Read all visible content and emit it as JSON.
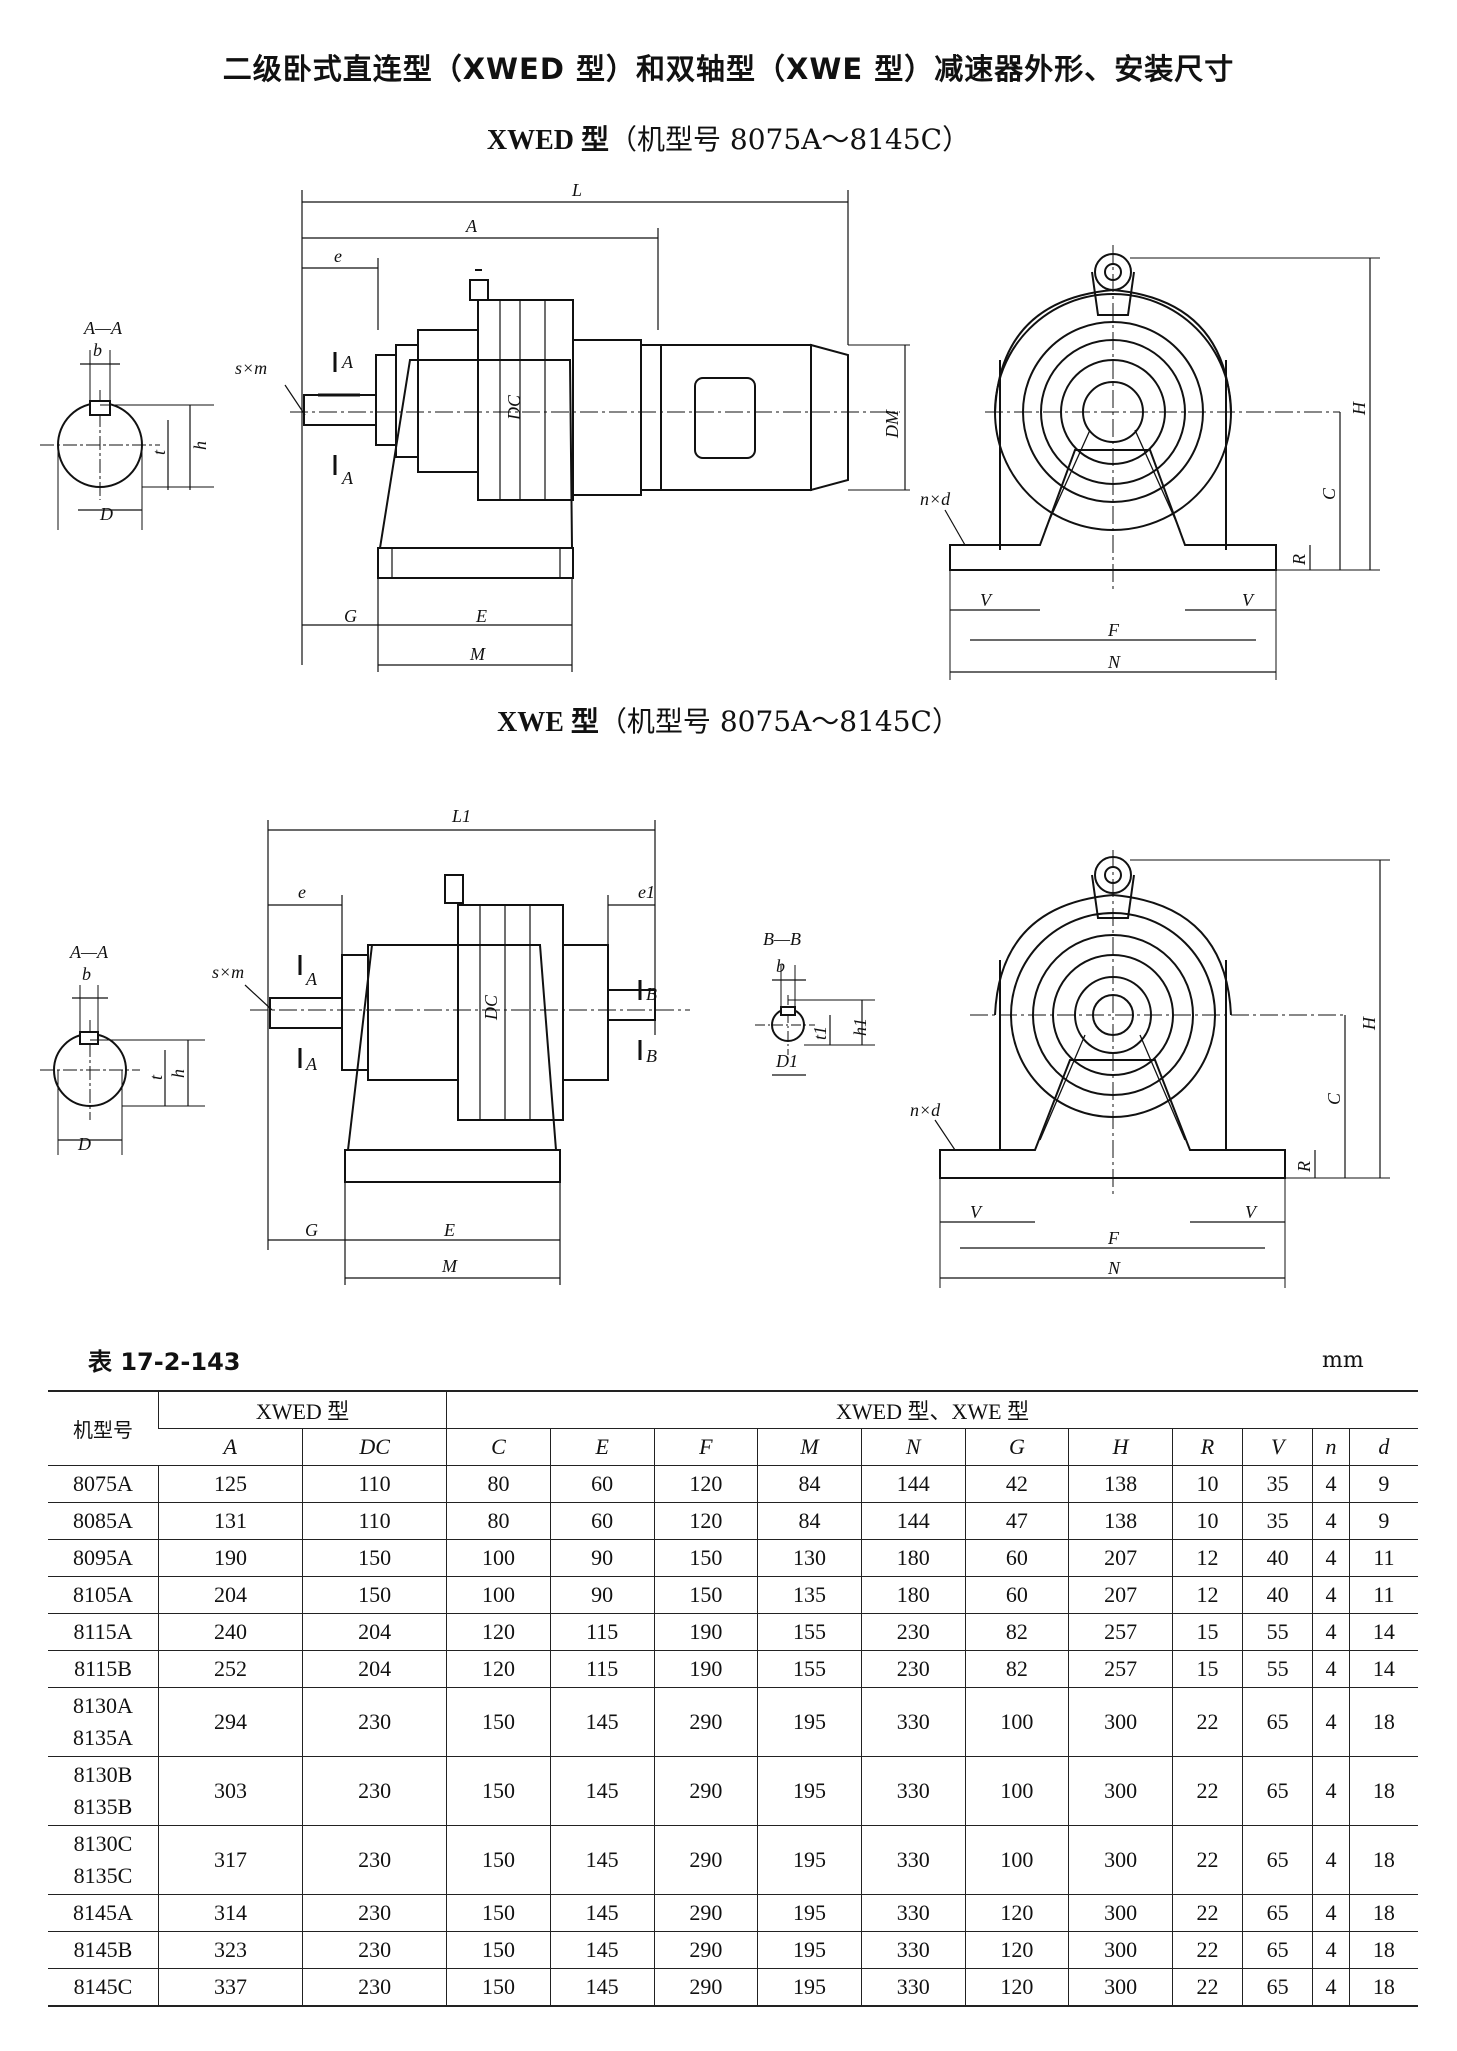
{
  "title": "二级卧式直连型（XWED 型）和双轴型（XWE 型）减速器外形、安装尺寸",
  "section1": {
    "bold": "XWED 型",
    "rest": "（机型号 8075A～8145C）"
  },
  "section2": {
    "bold": "XWE 型",
    "rest": "（机型号 8075A～8145C）"
  },
  "drawing_labels": {
    "L": "L",
    "A": "A",
    "e": "e",
    "sxm": "s×m",
    "DC": "DC",
    "DM": "DM",
    "AA": "A—A",
    "b": "b",
    "t": "t",
    "h": "h",
    "D": "D",
    "Acut": "A",
    "G": "G",
    "E": "E",
    "M": "M",
    "nxd": "n×d",
    "V": "V",
    "F": "F",
    "N": "N",
    "H": "H",
    "C": "C",
    "R": "R",
    "L1": "L1",
    "e1": "e1",
    "BB": "B—B",
    "Bcut": "B",
    "t1": "t1",
    "h1": "h1",
    "D1": "D1"
  },
  "table": {
    "caption": "表 17-2-143",
    "unit": "mm",
    "header_model": "机型号",
    "group1": "XWED 型",
    "group2": "XWED 型、XWE 型",
    "columns": [
      "A",
      "DC",
      "C",
      "E",
      "F",
      "M",
      "N",
      "G",
      "H",
      "R",
      "V",
      "n",
      "d"
    ],
    "rows": [
      {
        "model": [
          "8075A"
        ],
        "values": [
          "125",
          "110",
          "80",
          "60",
          "120",
          "84",
          "144",
          "42",
          "138",
          "10",
          "35",
          "4",
          "9"
        ]
      },
      {
        "model": [
          "8085A"
        ],
        "values": [
          "131",
          "110",
          "80",
          "60",
          "120",
          "84",
          "144",
          "47",
          "138",
          "10",
          "35",
          "4",
          "9"
        ]
      },
      {
        "model": [
          "8095A"
        ],
        "values": [
          "190",
          "150",
          "100",
          "90",
          "150",
          "130",
          "180",
          "60",
          "207",
          "12",
          "40",
          "4",
          "11"
        ]
      },
      {
        "model": [
          "8105A"
        ],
        "values": [
          "204",
          "150",
          "100",
          "90",
          "150",
          "135",
          "180",
          "60",
          "207",
          "12",
          "40",
          "4",
          "11"
        ]
      },
      {
        "model": [
          "8115A"
        ],
        "values": [
          "240",
          "204",
          "120",
          "115",
          "190",
          "155",
          "230",
          "82",
          "257",
          "15",
          "55",
          "4",
          "14"
        ]
      },
      {
        "model": [
          "8115B"
        ],
        "values": [
          "252",
          "204",
          "120",
          "115",
          "190",
          "155",
          "230",
          "82",
          "257",
          "15",
          "55",
          "4",
          "14"
        ]
      },
      {
        "model": [
          "8130A",
          "8135A"
        ],
        "values": [
          "294",
          "230",
          "150",
          "145",
          "290",
          "195",
          "330",
          "100",
          "300",
          "22",
          "65",
          "4",
          "18"
        ]
      },
      {
        "model": [
          "8130B",
          "8135B"
        ],
        "values": [
          "303",
          "230",
          "150",
          "145",
          "290",
          "195",
          "330",
          "100",
          "300",
          "22",
          "65",
          "4",
          "18"
        ]
      },
      {
        "model": [
          "8130C",
          "8135C"
        ],
        "values": [
          "317",
          "230",
          "150",
          "145",
          "290",
          "195",
          "330",
          "100",
          "300",
          "22",
          "65",
          "4",
          "18"
        ]
      },
      {
        "model": [
          "8145A"
        ],
        "values": [
          "314",
          "230",
          "150",
          "145",
          "290",
          "195",
          "330",
          "120",
          "300",
          "22",
          "65",
          "4",
          "18"
        ]
      },
      {
        "model": [
          "8145B"
        ],
        "values": [
          "323",
          "230",
          "150",
          "145",
          "290",
          "195",
          "330",
          "120",
          "300",
          "22",
          "65",
          "4",
          "18"
        ]
      },
      {
        "model": [
          "8145C"
        ],
        "values": [
          "337",
          "230",
          "150",
          "145",
          "290",
          "195",
          "330",
          "120",
          "300",
          "22",
          "65",
          "4",
          "18"
        ]
      }
    ]
  }
}
